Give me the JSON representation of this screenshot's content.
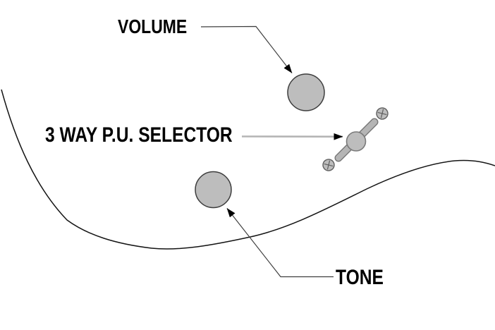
{
  "diagram": {
    "labels": {
      "volume": "VOLUME",
      "pickup_selector": "3 WAY P.U. SELECTOR",
      "tone": "TONE"
    },
    "colors": {
      "background": "#ffffff",
      "label_text": "#000000",
      "knob_fill": "#bdbdbd",
      "knob_stroke": "#3d3d3d",
      "selector_knob_fill": "#bdbdbd",
      "selector_knob_stroke": "#7a7a7a",
      "lever_fill": "#b5b5b5",
      "lever_stroke": "#7a7a7a",
      "screw_fill": "#bdbdbd",
      "screw_stroke": "#5f5f5f",
      "body_curve": "#141414",
      "leader_line": "#3f3f3f",
      "selector_leader_line": "#b5b5b5",
      "arrowhead": "#000000"
    }
  }
}
